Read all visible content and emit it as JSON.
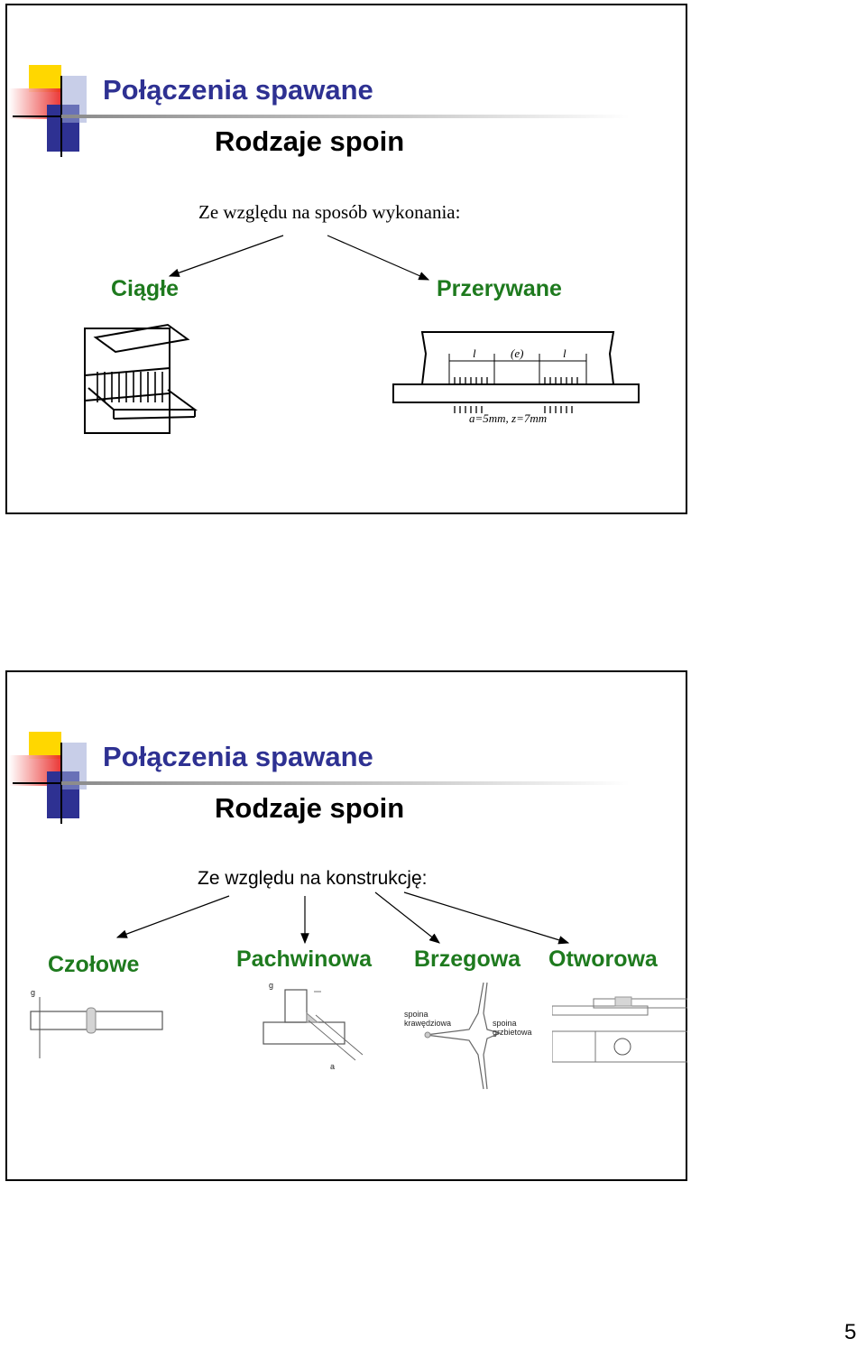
{
  "slides": [
    {
      "title": "Połączenia spawane",
      "subtitle": "Rodzaje spoin",
      "intro": "Ze względu na sposób wykonania:",
      "categories": [
        "Ciągłe",
        "Przerywane"
      ],
      "intermittent_drawing": {
        "dim_l": "l",
        "dim_e": "(e)",
        "note": "a=5mm, z=7mm"
      }
    },
    {
      "title": "Połączenia spawane",
      "subtitle": "Rodzaje spoin",
      "intro": "Ze względu na konstrukcję:",
      "categories": [
        "Czołowe",
        "Pachwinowa",
        "Brzegowa",
        "Otworowa"
      ],
      "drawing_labels": {
        "butt_g": "g",
        "fillet_g": "g",
        "fillet_a": "a",
        "edge_left_1": "spoina",
        "edge_left_2": "krawędziowa",
        "edge_right_1": "spoina",
        "edge_right_2": "grzbietowa"
      }
    }
  ],
  "page_number": "5",
  "colors": {
    "title": "#2e3192",
    "category": "#1e7a1e",
    "logo_yellow": "#ffd700",
    "logo_red": "#e8201e",
    "logo_blue": "#2e3192"
  }
}
